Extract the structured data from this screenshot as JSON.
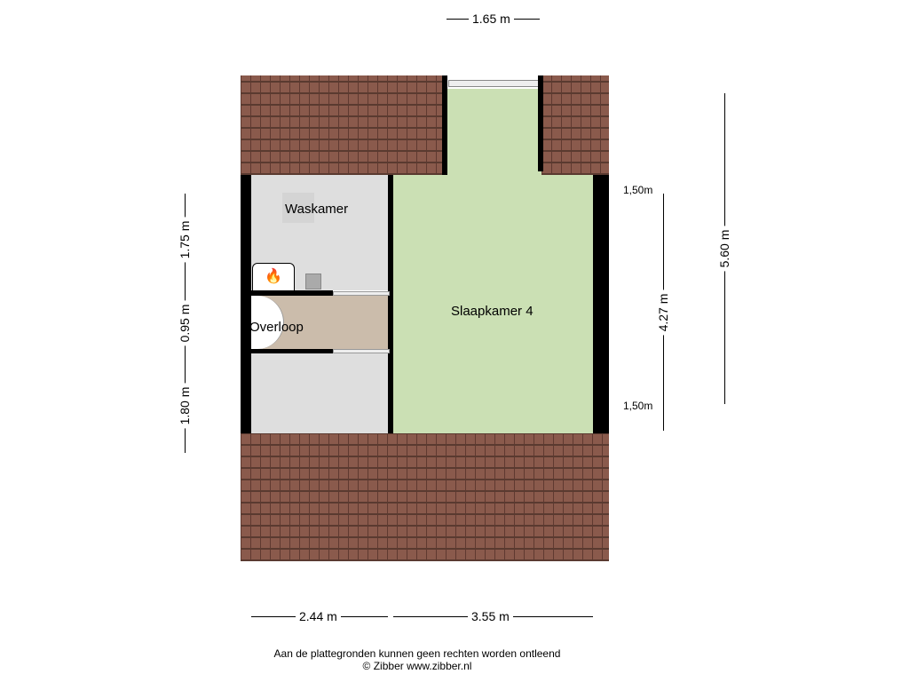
{
  "rooms": {
    "waskamer": "Waskamer",
    "overloop": "Overloop",
    "slaapkamer": "Slaapkamer 4"
  },
  "dimensions": {
    "top": "1.65 m",
    "left_1": "1.75 m",
    "left_2": "0.95 m",
    "left_3": "1.80 m",
    "right_height": "4.27 m",
    "right_total": "5.60 m",
    "knee_top": "1,50m",
    "knee_bottom": "1,50m",
    "bottom_1": "2.44 m",
    "bottom_2": "3.55 m"
  },
  "footer": {
    "disclaimer": "Aan de plattegronden kunnen geen rechten worden ontleend",
    "copyright": "© Zibber www.zibber.nl"
  },
  "colors": {
    "roof": "#8a5a4c",
    "bedroom": "#cbe0b4",
    "room": "#dedede",
    "landing": "#cbbcab"
  }
}
